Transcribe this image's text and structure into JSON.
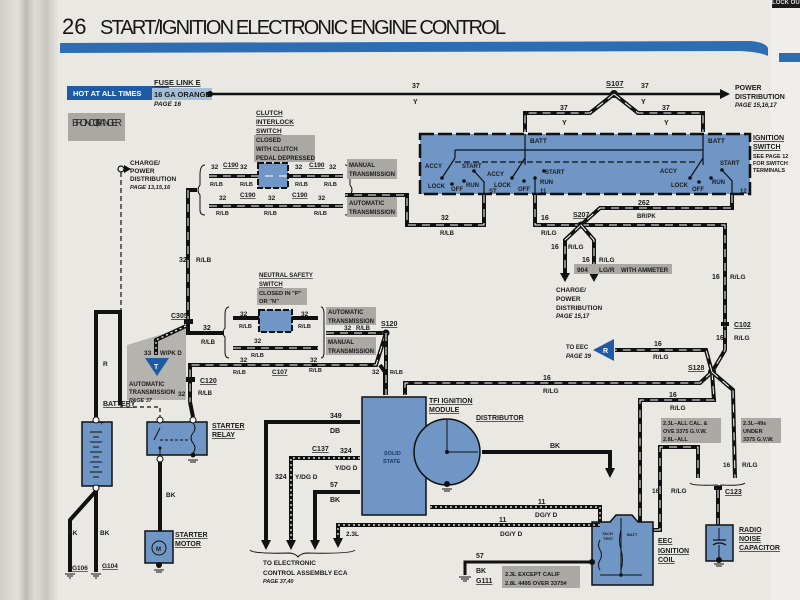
{
  "page": {
    "number": "26",
    "title": "START/IGNITION ELECTRONIC ENGINE CONTROL",
    "edge_tab_text": "LOCK OU",
    "accent_color": "#2c6db4",
    "component_fill": "#6f96c4"
  },
  "vehicle": "BRONCO II, RANGER",
  "hot_at_all_times": "HOT AT ALL TIMES",
  "fuse_link": {
    "title": "FUSE LINK E",
    "gauge": "16 GA ORANGE",
    "page": "PAGE 16"
  },
  "power_distribution": {
    "label1": "POWER",
    "label2": "DISTRIBUTION",
    "page": "PAGE 15,16,17"
  },
  "charge_power_left": {
    "line1": "CHARGE/",
    "line2": "POWER",
    "line3": "DISTRIBUTION",
    "page": "PAGE 13,15,16"
  },
  "charge_power_mid": {
    "line1": "CHARGE/",
    "line2": "POWER",
    "line3": "DISTRIBUTION",
    "page": "PAGE 15,17"
  },
  "clutch_switch": {
    "title1": "CLUTCH",
    "title2": "INTERLOCK",
    "title3": "SWITCH",
    "note1": "CLOSED",
    "note2": "WITH CLUTCH",
    "note3": "PEDAL DEPRESSED"
  },
  "neutral_switch": {
    "title1": "NEUTRAL SAFETY",
    "title2": "SWITCH",
    "note1": "CLOSED IN \"P\"",
    "note2": "OR \"N\""
  },
  "ignition_switch": {
    "title1": "IGNITION",
    "title2": "SWITCH",
    "note1": "SEE PAGE 12",
    "note2": "FOR SWITCH",
    "note3": "TERMINALS",
    "batt": "BATT",
    "accy": "ACCY",
    "start": "START",
    "lock": "LOCK",
    "off": "OFF",
    "run": "RUN",
    "term_st": "ST",
    "term_11": "11",
    "term_12": "12"
  },
  "trans": {
    "manual1": "MANUAL",
    "manual2": "TRANSMISSION",
    "auto1": "AUTOMATIC",
    "auto2": "TRANSMISSION"
  },
  "auto_trans_ref": {
    "line1": "AUTOMATIC",
    "line2": "TRANSMISSION",
    "page": "PAGE 37",
    "connector": "T",
    "wire": "33",
    "color": "W/PK D"
  },
  "to_eec": {
    "line1": "TO EEC",
    "page": "PAGE 39",
    "connector": "R"
  },
  "with_ammeter": {
    "circuit": "904",
    "color": "LG/R",
    "note": "WITH AMMETER"
  },
  "splices": {
    "s107": "S107",
    "s207": "S207",
    "s120": "S120",
    "s128": "S128"
  },
  "connectors": {
    "c190": "C190",
    "c305": "C305",
    "c107": "C107",
    "c120": "C120",
    "c102": "C102",
    "c137": "C137",
    "c123": "C123"
  },
  "wires": {
    "w37": "37",
    "y": "Y",
    "w32": "32",
    "rlb": "R/LB",
    "w16": "16",
    "rlg": "R/LG",
    "w262": "262",
    "brpk": "BR/PK",
    "r": "R",
    "bk": "BK",
    "w349": "349",
    "db": "DB",
    "w324": "324",
    "ydgd": "Y/DG D",
    "w57": "57",
    "w11": "11",
    "dgyd": "DG/Y D",
    "l23": "2.3L"
  },
  "battery": "BATTERY",
  "starter_relay": {
    "line1": "STARTER",
    "line2": "RELAY"
  },
  "starter_motor": {
    "line1": "STARTER",
    "line2": "MOTOR",
    "symbol": "M"
  },
  "grounds": {
    "g106": "G106",
    "g104": "G104",
    "g111": "G111"
  },
  "tfi_module": {
    "line1": "TFI IGNITION",
    "line2": "MODULE",
    "inner1": "SOLID",
    "inner2": "STATE"
  },
  "distributor": "DISTRIBUTOR",
  "eca": {
    "line1": "TO ELECTRONIC",
    "line2": "CONTROL ASSEMBLY ECA",
    "page": "PAGE 37,40"
  },
  "g111_note": {
    "line1": "2.3L EXCEPT CALIF",
    "line2": "2.8L 4495 OVER 3375#"
  },
  "coil": {
    "line1": "EEC",
    "line2": "IGNITION",
    "line3": "COIL",
    "tach": "TACH",
    "test": "TEST",
    "batt": "BATT"
  },
  "coil_note": {
    "line1": "2.3L–ALL CAL. &",
    "line2": "OVE 3375 G.V.W.",
    "line3": "2.8L–ALL"
  },
  "cap_note": {
    "line1": "2.3L–49s",
    "line2": "UNDER",
    "line3": "3375 G.V.W."
  },
  "capacitor": {
    "line1": "RADIO",
    "line2": "NOISE",
    "line3": "CAPACITOR"
  }
}
